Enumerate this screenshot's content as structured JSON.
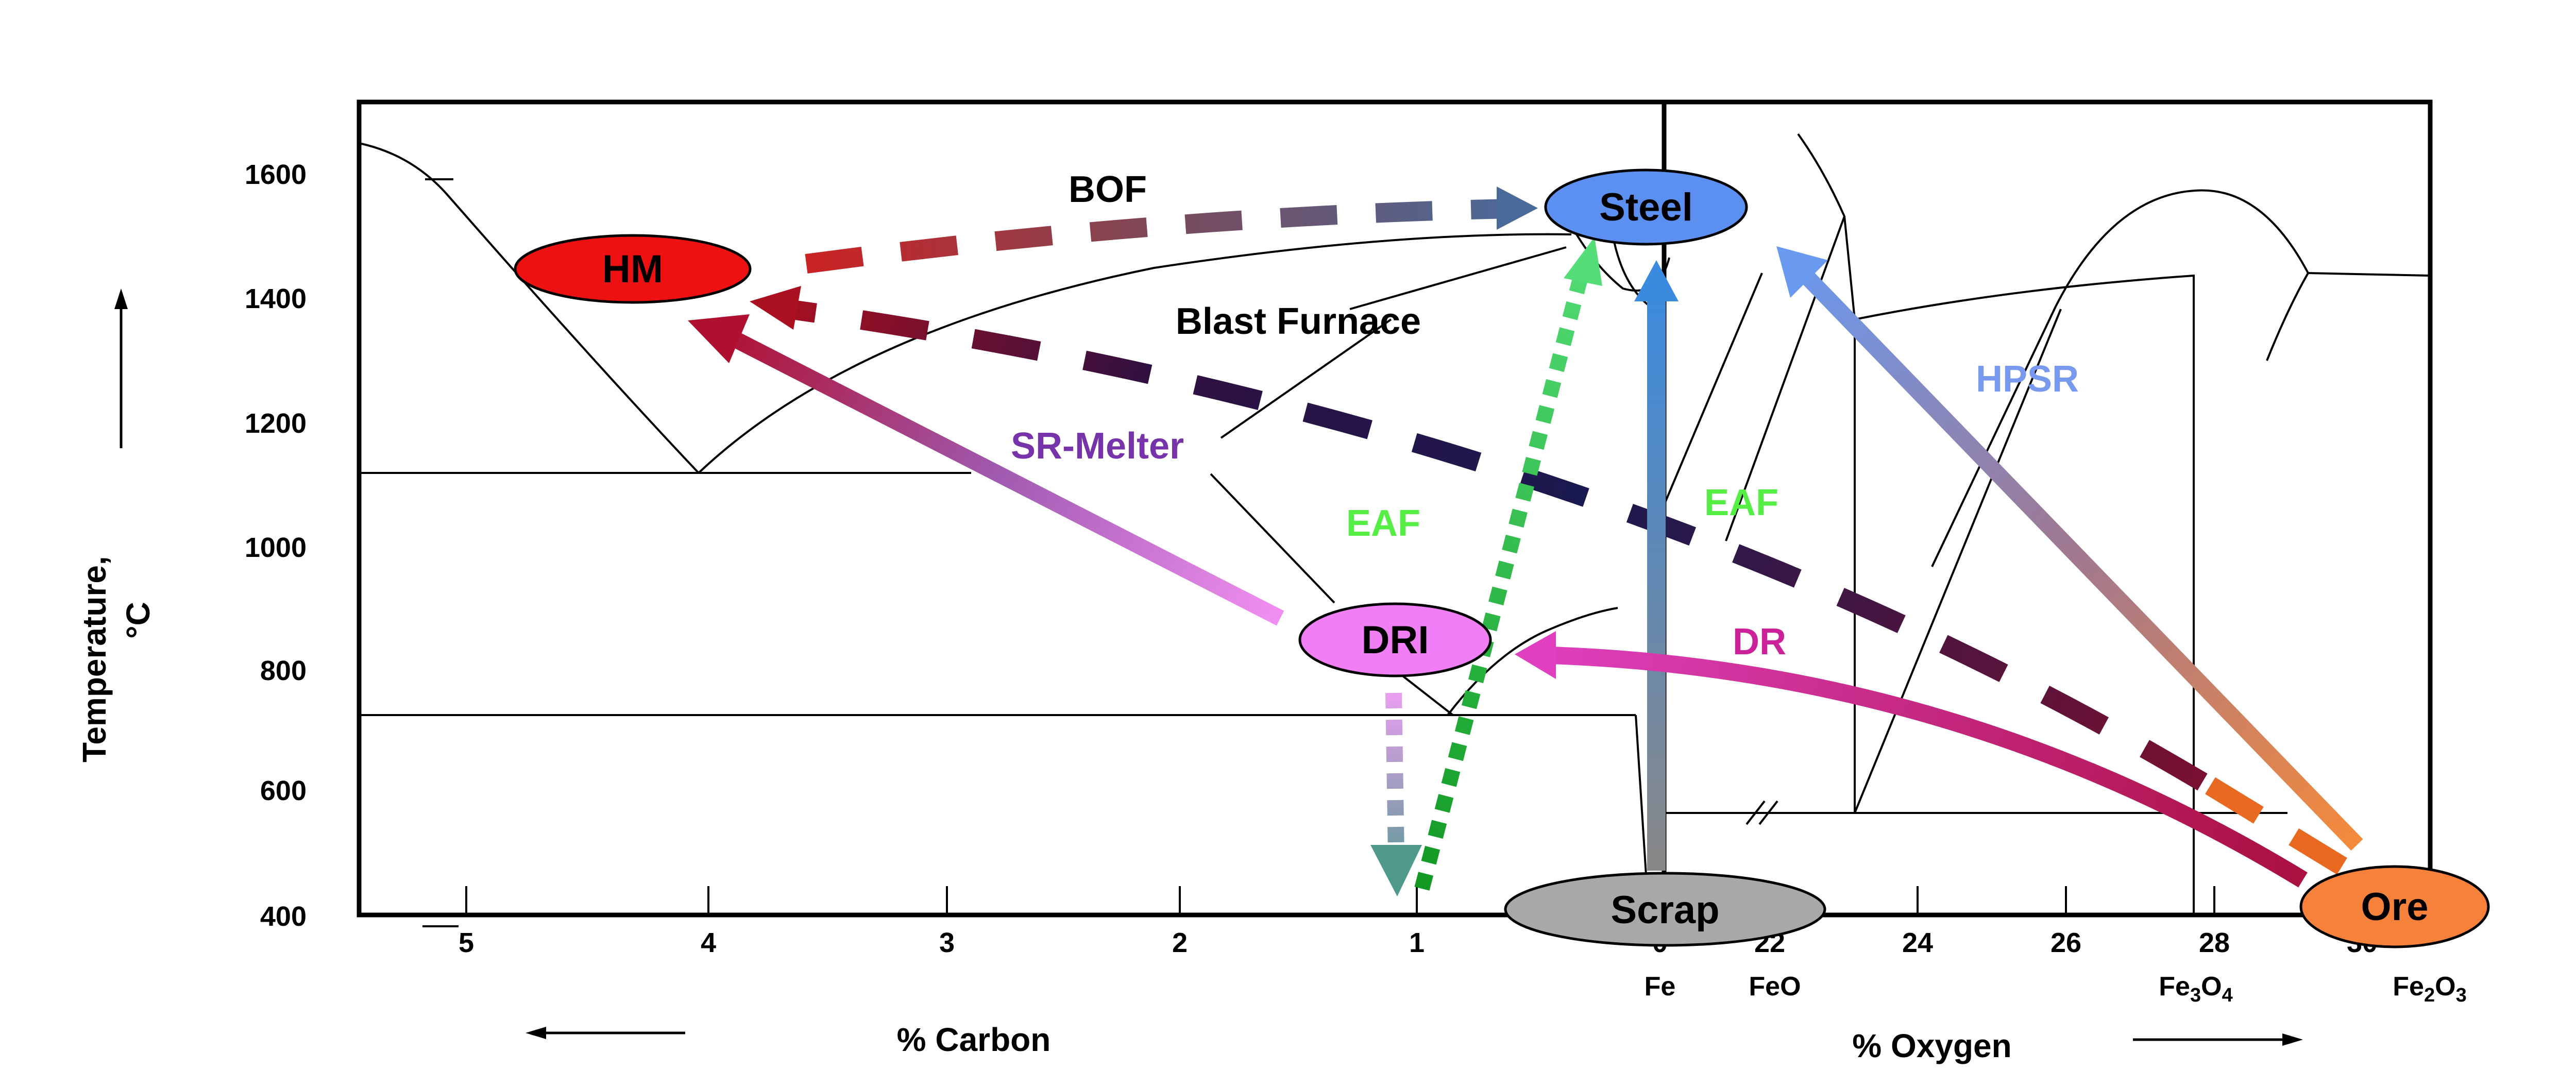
{
  "diagram": {
    "nodes": {
      "steel": "Steel",
      "hm": "HM",
      "dri": "DRI",
      "scrap": "Scrap",
      "ore": "Ore"
    },
    "routes": {
      "bof": "BOF",
      "blast_furnace": "Blast Furnace",
      "sr_melter": "SR-Melter",
      "eaf_left": "EAF",
      "eaf_right": "EAF",
      "hpsr": "HPSR",
      "dr": "DR"
    },
    "y_axis": {
      "title_line1": "Temperature,",
      "title_line2": "°C",
      "ticks": [
        "1600",
        "1400",
        "1200",
        "1000",
        "800",
        "600",
        "400"
      ]
    },
    "x_axis_carbon": {
      "title": "% Carbon",
      "ticks": [
        "5",
        "4",
        "3",
        "2",
        "1"
      ]
    },
    "x_axis_oxygen": {
      "title": "% Oxygen",
      "ticks": [
        "0",
        "22",
        "24",
        "26",
        "28",
        "30"
      ]
    },
    "phases": {
      "fe": "Fe",
      "feo": "FeO",
      "fe3o4_base": "Fe",
      "fe3o4_sub1": "3",
      "fe3o4_mid": "O",
      "fe3o4_sub2": "4",
      "fe2o3_base": "Fe",
      "fe2o3_sub1": "2",
      "fe2o3_mid": "O",
      "fe2o3_sub2": "3"
    },
    "colors": {
      "steel": "#5b8ff0",
      "hm": "#ee1111",
      "dri": "#f07ff5",
      "scrap": "#a8a8a8",
      "ore": "#f5813b",
      "eaf_label": "#55ee44",
      "hpsr_label": "#7799ee",
      "dr_label": "#cc2299",
      "sr_label": "#7733aa"
    }
  }
}
